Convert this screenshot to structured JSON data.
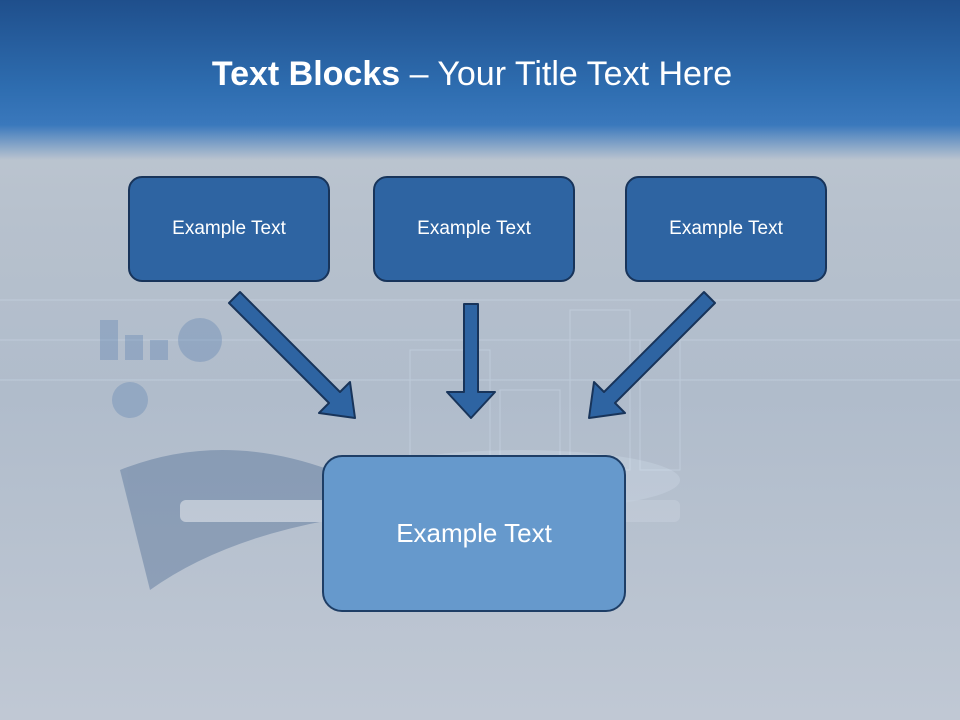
{
  "slide": {
    "title_bold": "Text Blocks",
    "title_dash": " – ",
    "title_rest": "Your Title Text Here"
  },
  "blocks": {
    "top": [
      {
        "label": "Example Text"
      },
      {
        "label": "Example Text"
      },
      {
        "label": "Example Text"
      }
    ],
    "bottom": {
      "label": "Example Text"
    }
  },
  "colors": {
    "header": "#2e6db0",
    "box_dark": "#2e64a2",
    "box_light": "#6699cc",
    "arrow": "#2e64a2",
    "outline": "#18345a"
  }
}
